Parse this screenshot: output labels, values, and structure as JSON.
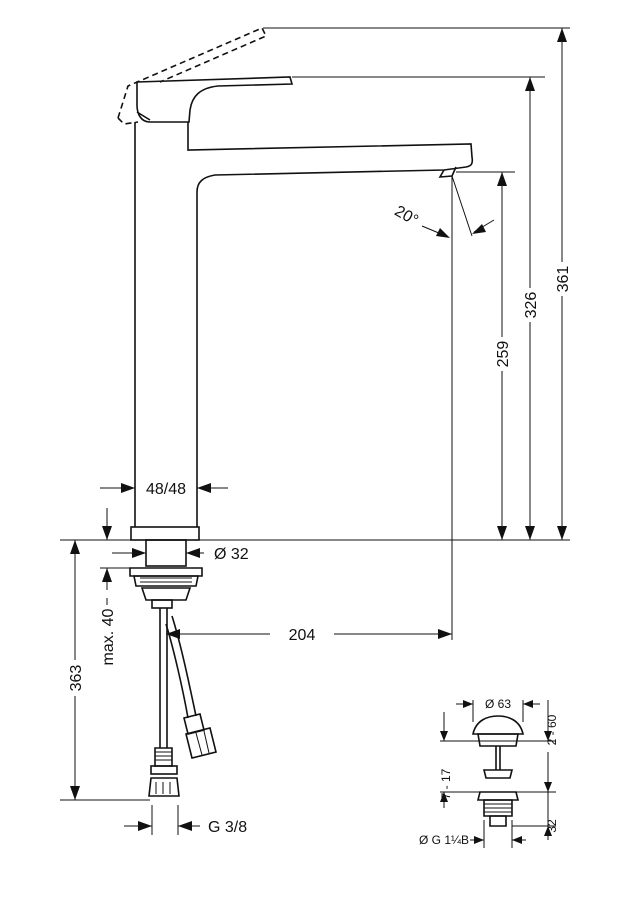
{
  "drawing": {
    "labels": {
      "angle": "20°",
      "width_base": "48/48",
      "dia_base": "Ø 32",
      "height_spout": "259",
      "height_lever": "326",
      "height_total": "361",
      "projection": "204",
      "max_thickness": "max. 40",
      "below_depth": "363",
      "connection": "G 3/8"
    },
    "waste_detail": {
      "dia_top": "Ø 63",
      "range_top": "2 - 60",
      "range_mid": "7 - 17",
      "height_lower": "32",
      "thread": "Ø G 1¼B"
    },
    "colors": {
      "line": "#111111",
      "background": "#ffffff"
    }
  }
}
